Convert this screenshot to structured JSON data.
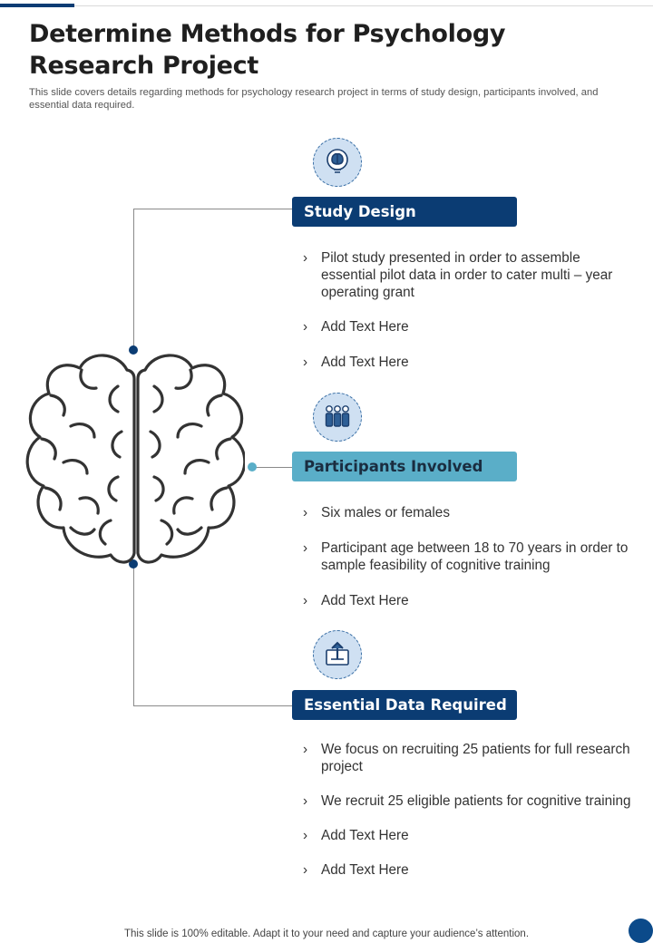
{
  "title": "Determine Methods for Psychology Research Project",
  "subtitle": "This slide covers details regarding methods for psychology research project in terms of study design, participants involved, and essential data required.",
  "icons": {
    "brain_illustration": "brain-outline",
    "study_design": "brain-head-icon",
    "participants": "group-people-icon",
    "essential_data": "upload-box-icon"
  },
  "colors": {
    "dark_blue": "#0b3c73",
    "teal": "#5aaec8",
    "icon_bg": "#cfe0f2"
  },
  "sections": [
    {
      "header": "Study Design",
      "bullets": [
        "Pilot study   presented in order to assemble essential pilot data in order to cater multi – year operating grant",
        "Add Text Here",
        "Add  Text Here"
      ]
    },
    {
      "header": "Participants Involved",
      "bullets": [
        "Six males or females",
        "Participant age between 18 to 70 years in order to sample feasibility of cognitive training",
        "Add Text Here"
      ]
    },
    {
      "header": "Essential Data Required",
      "bullets": [
        "We focus  on recruiting 25 patients for full research project",
        "We recruit  25 eligible patients for cognitive training",
        "Add Text Here",
        "Add Text Here"
      ]
    }
  ],
  "footer": "This slide is 100% editable. Adapt it to your need and capture your audience’s attention."
}
